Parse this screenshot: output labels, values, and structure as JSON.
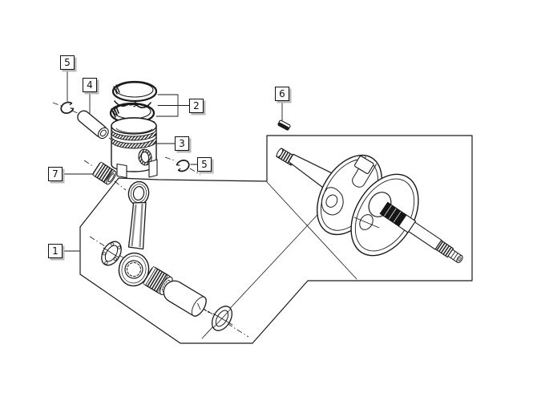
{
  "diagram": {
    "description": "exploded parts diagram of piston and crankshaft assembly",
    "callouts": [
      {
        "number": "1"
      },
      {
        "number": "2"
      },
      {
        "number": "3"
      },
      {
        "number": "4"
      },
      {
        "number": "5"
      },
      {
        "number": "5"
      },
      {
        "number": "6"
      },
      {
        "number": "7"
      }
    ],
    "colors": {
      "line": "#1a1a1a",
      "background": "#ffffff",
      "label_bg": "#fcfcfc",
      "label_shadow": "#b8b8b8"
    }
  }
}
